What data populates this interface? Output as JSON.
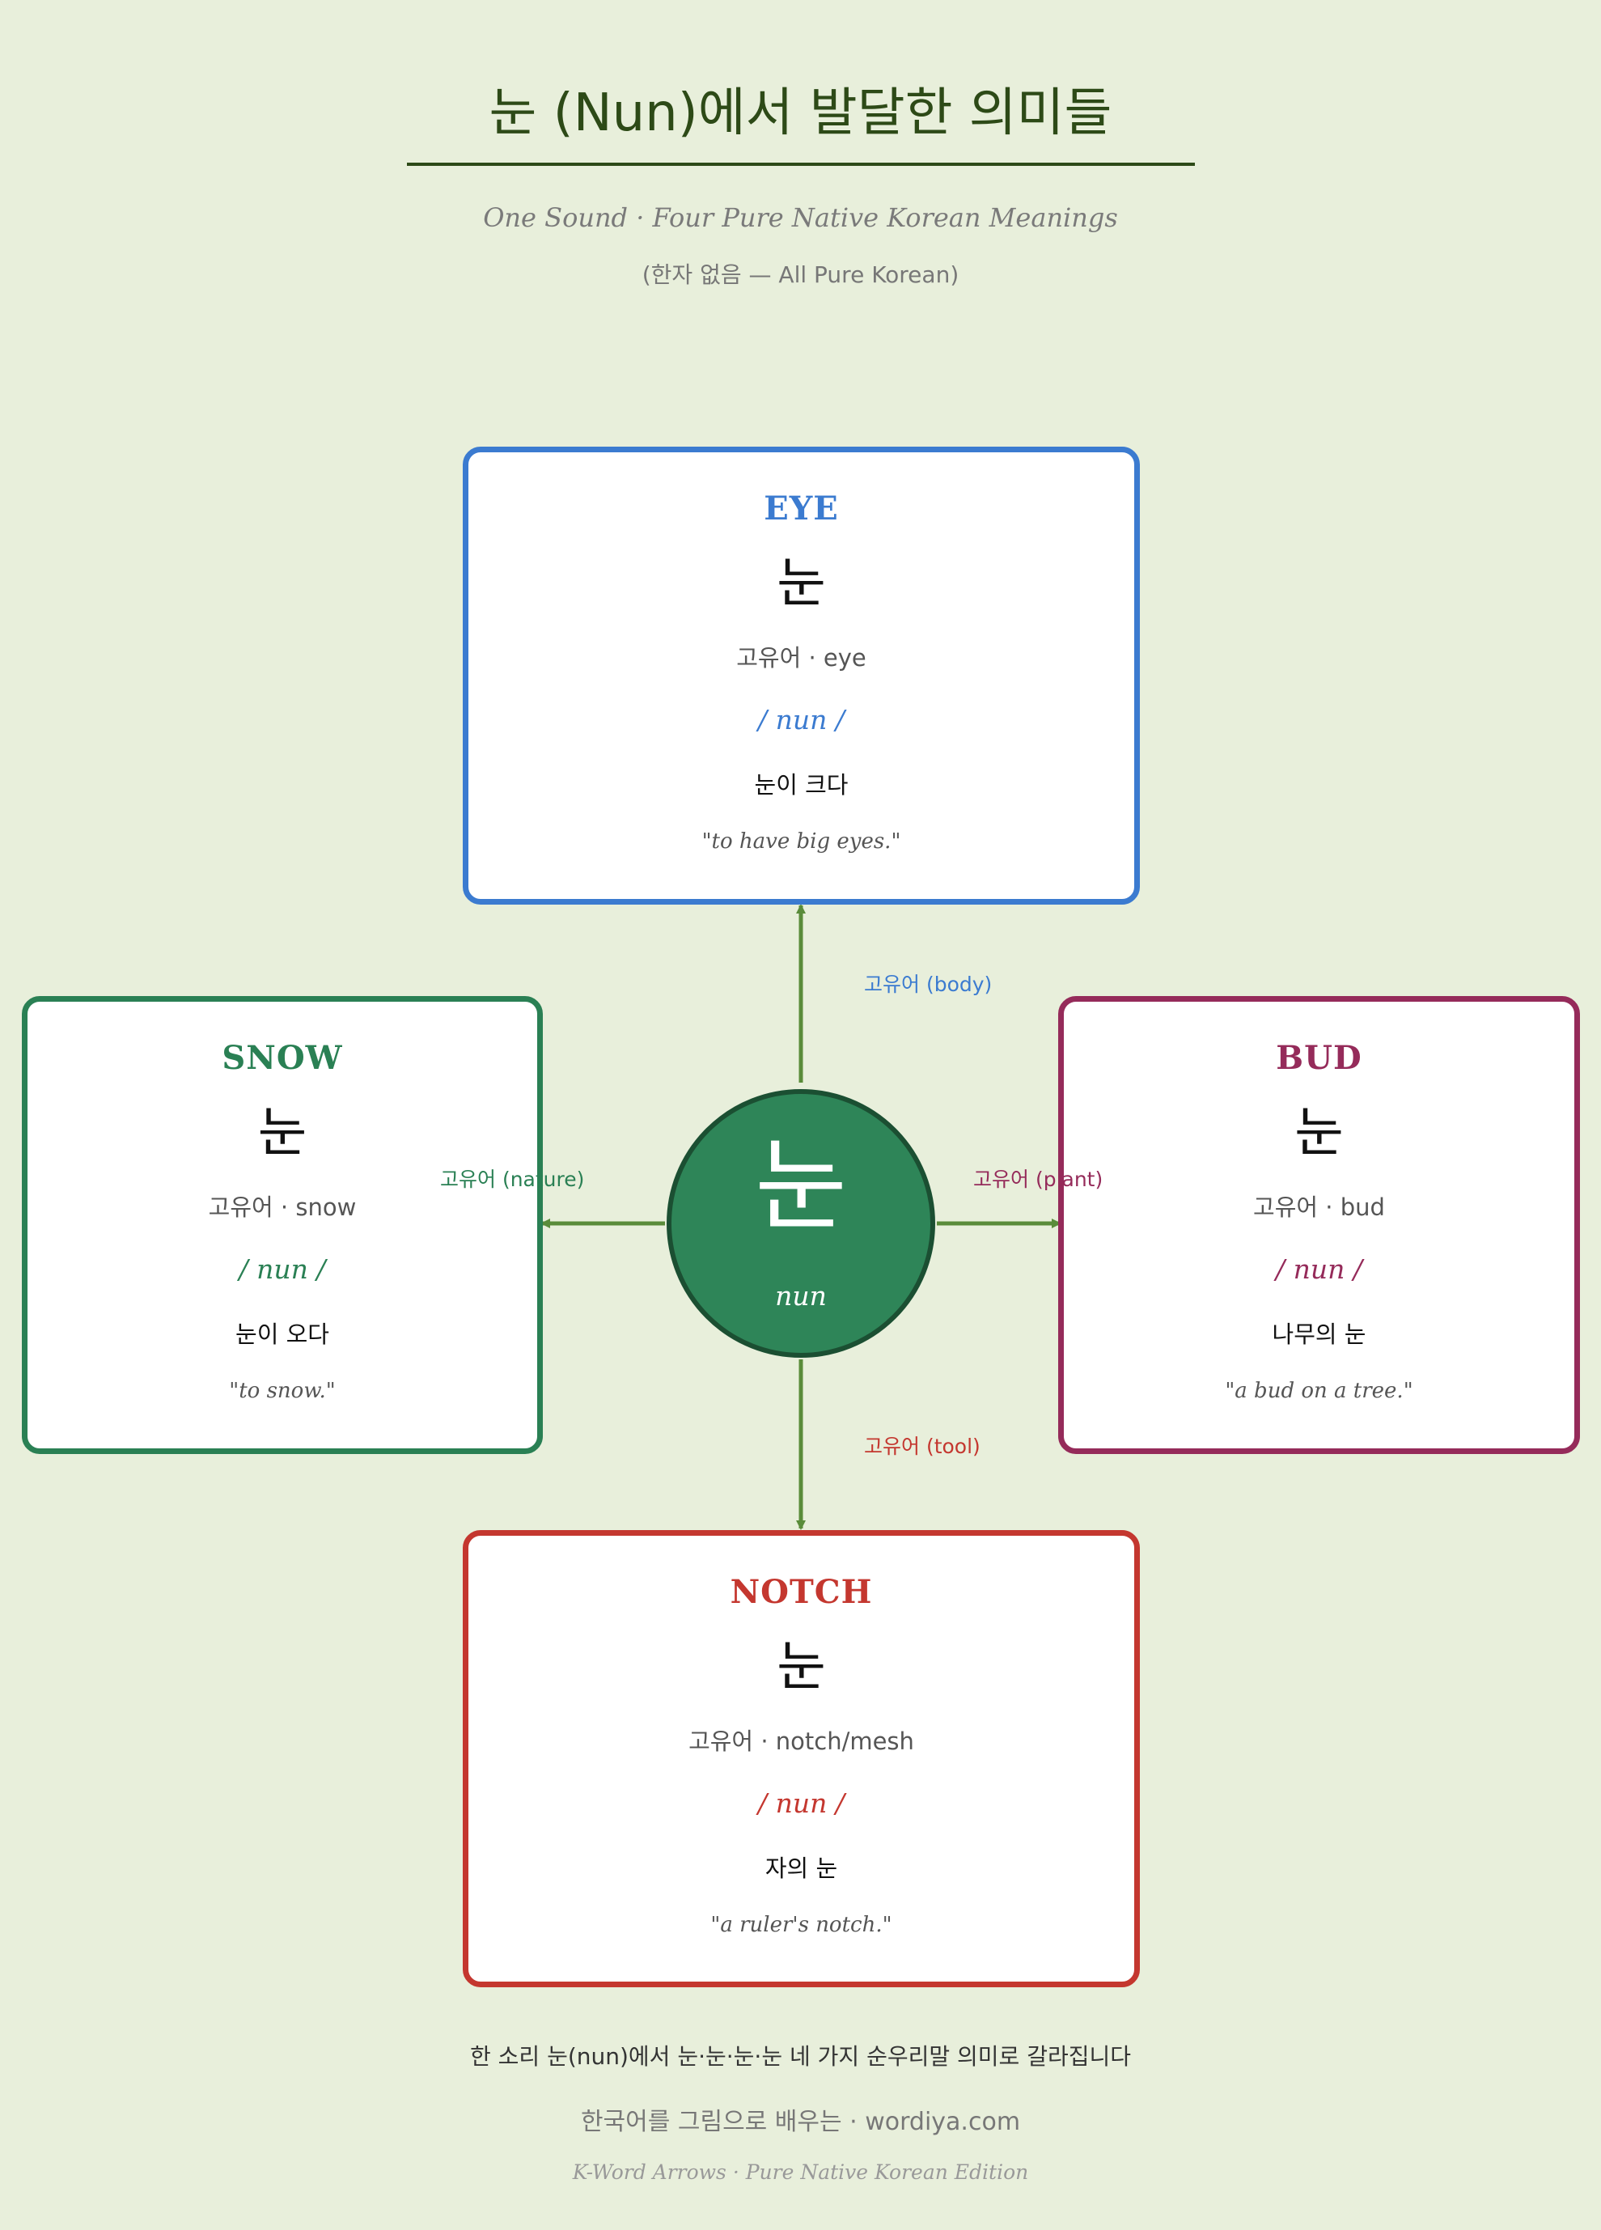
{
  "header": {
    "title": "눈 (Nun)에서 발달한 의미들",
    "subtitle": "One Sound · Four Pure Native Korean Meanings",
    "note": "(한자 없음 — All Pure Korean)"
  },
  "center": {
    "glyph": "눈",
    "roman": "nun",
    "color": "#2e8558"
  },
  "cards": {
    "eye": {
      "heading": "EYE",
      "glyph": "눈",
      "gloss": "고유어 · eye",
      "roman": "/ nun /",
      "example": "눈이 크다",
      "translation": "\"to have big eyes.\"",
      "color": "#3b7bd0",
      "edge_label": "고유어 (body)"
    },
    "snow": {
      "heading": "SNOW",
      "glyph": "눈",
      "gloss": "고유어 · snow",
      "roman": "/ nun /",
      "example": "눈이 오다",
      "translation": "\"to snow.\"",
      "color": "#2a8054",
      "edge_label": "고유어 (nature)"
    },
    "bud": {
      "heading": "BUD",
      "glyph": "눈",
      "gloss": "고유어 · bud",
      "roman": "/ nun /",
      "example": "나무의 눈",
      "translation": "\"a bud on a tree.\"",
      "color": "#952b5a",
      "edge_label": "고유어 (plant)"
    },
    "notch": {
      "heading": "NOTCH",
      "glyph": "눈",
      "gloss": "고유어 · notch/mesh",
      "roman": "/ nun /",
      "example": "자의 눈",
      "translation": "\"a ruler's notch.\"",
      "color": "#c4372f",
      "edge_label": "고유어 (tool)"
    }
  },
  "connector_color": "#5a8c3a",
  "footer": {
    "summary": "한 소리 눈(nun)에서 눈·눈·눈·눈 네 가지 순우리말 의미로 갈라집니다",
    "site": "한국어를 그림으로 배우는 · wordiya.com",
    "edition": "K-Word Arrows · Pure Native Korean Edition"
  }
}
